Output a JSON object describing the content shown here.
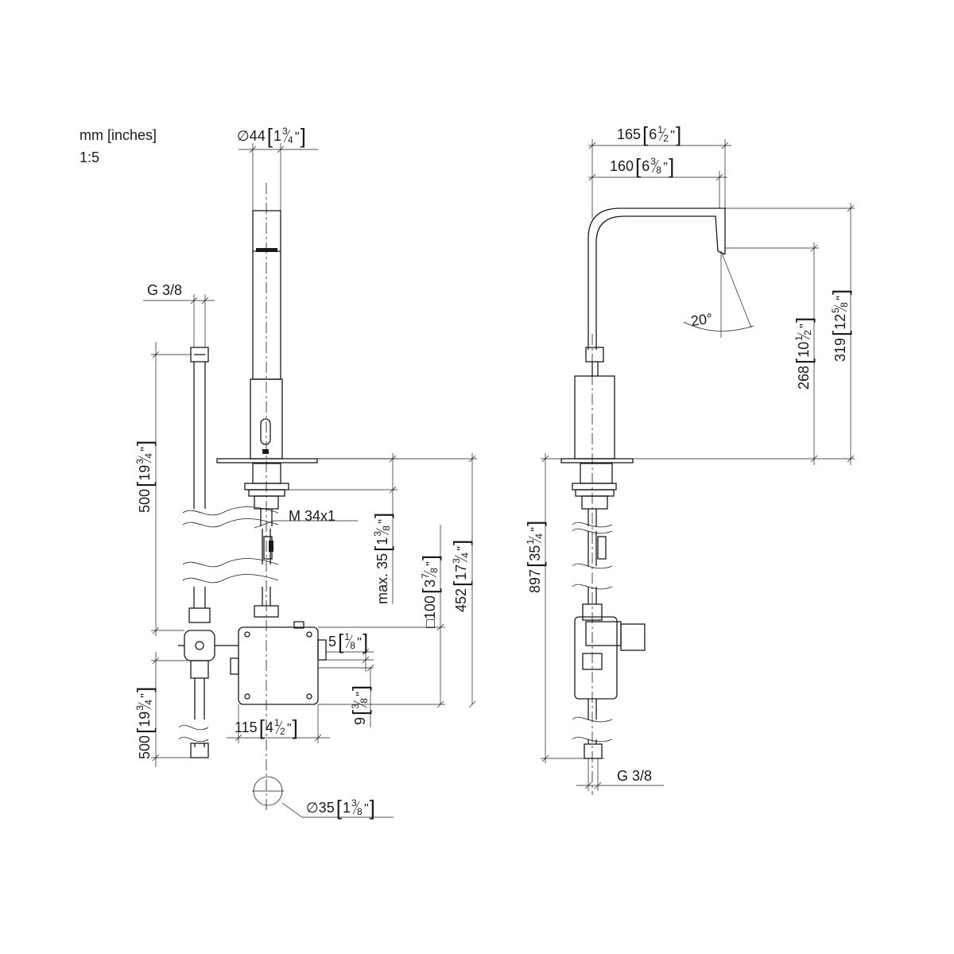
{
  "units": {
    "line1": "mm [inches]",
    "line2": "1:5"
  },
  "dims": {
    "dia44": {
      "mm": "∅44",
      "whole": "1",
      "num": "3",
      "den": "4",
      "q": "\""
    },
    "g38_top": {
      "text": "G 3/8"
    },
    "h500_top": {
      "mm": "500",
      "whole": "19",
      "num": "3",
      "den": "4",
      "q": "\""
    },
    "m34": {
      "text": "M 34x1"
    },
    "max35": {
      "mm": "max. 35",
      "whole": "1",
      "num": "3",
      "den": "8",
      "q": "\""
    },
    "sq100": {
      "mm": "□100",
      "whole": "3",
      "num": "7",
      "den": "8",
      "q": "\""
    },
    "h452": {
      "mm": "452",
      "whole": "17",
      "num": "3",
      "den": "4",
      "q": "\""
    },
    "d5": {
      "mm": "5",
      "whole": "",
      "num": "1",
      "den": "8",
      "q": "\""
    },
    "d9": {
      "mm": "9",
      "whole": "",
      "num": "3",
      "den": "8",
      "q": "\""
    },
    "w115": {
      "mm": "115",
      "whole": "4",
      "num": "1",
      "den": "2",
      "q": "\""
    },
    "h500_bot": {
      "mm": "500",
      "whole": "19",
      "num": "3",
      "den": "4",
      "q": "\""
    },
    "dia35": {
      "mm": "∅35",
      "whole": "1",
      "num": "3",
      "den": "8",
      "q": "\""
    },
    "w165": {
      "mm": "165",
      "whole": "6",
      "num": "1",
      "den": "2",
      "q": "\""
    },
    "w160": {
      "mm": "160",
      "whole": "6",
      "num": "3",
      "den": "8",
      "q": "\""
    },
    "ang20": {
      "text": "20°"
    },
    "h268": {
      "mm": "268",
      "whole": "10",
      "num": "1",
      "den": "2",
      "q": "\""
    },
    "h319": {
      "mm": "319",
      "whole": "12",
      "num": "5",
      "den": "8",
      "q": "\""
    },
    "h897": {
      "mm": "897",
      "whole": "35",
      "num": "1",
      "den": "4",
      "q": "\""
    },
    "g38_bot": {
      "text": "G 3/8"
    }
  }
}
